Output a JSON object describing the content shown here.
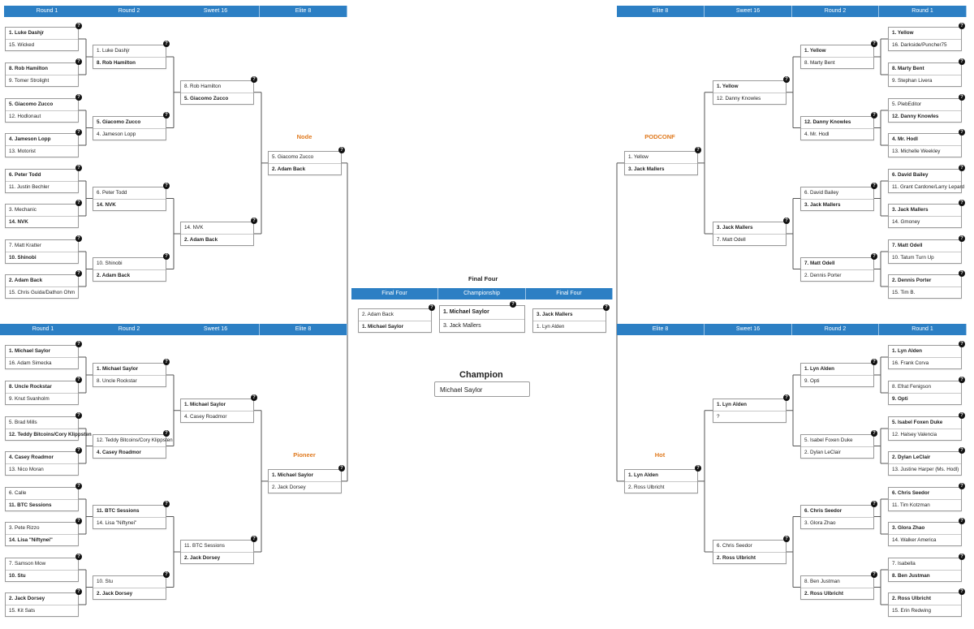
{
  "headers": {
    "round1": "Round 1",
    "round2": "Round 2",
    "sweet16": "Sweet 16",
    "elite8": "Elite 8",
    "final_four": "Final Four",
    "championship": "Championship"
  },
  "regions": {
    "node": "Node",
    "podconf": "PODCONF",
    "pioneer": "Pioneer",
    "hot": "Hot"
  },
  "final_four_title": "Final Four",
  "champion_title": "Champion",
  "champion": "Michael Saylor",
  "unknown_marker": "?",
  "node": {
    "r1": [
      [
        "1. Luke Dashjr",
        "15. Wicked",
        1
      ],
      [
        "8. Rob Hamilton",
        "9. Tomer Strolight",
        1
      ],
      [
        "5. Giacomo Zucco",
        "12. Hodlonaut",
        1
      ],
      [
        "4. Jameson Lopp",
        "13. Motorist",
        1
      ],
      [
        "6. Peter Todd",
        "11. Justin Bechler",
        1
      ],
      [
        "3. Mechanic",
        "14. NVK",
        2
      ],
      [
        "7. Matt Kratter",
        "10. Shinobi",
        2
      ],
      [
        "2. Adam Back",
        "15. Chris Guida/Dathon Ohm",
        1
      ]
    ],
    "r2": [
      [
        "1. Luke Dashjr",
        "8. Rob Hamilton",
        2
      ],
      [
        "5. Giacomo Zucco",
        "4. Jameson Lopp",
        1
      ],
      [
        "6. Peter Todd",
        "14. NVK",
        2
      ],
      [
        "10. Shinobi",
        "2. Adam Back",
        2
      ]
    ],
    "s16": [
      [
        "8. Rob Hamilton",
        "5. Giacomo Zucco",
        2
      ],
      [
        "14. NVK",
        "2. Adam Back",
        2
      ]
    ],
    "e8": [
      [
        "5. Giacomo Zucco",
        "2. Adam Back",
        2
      ]
    ]
  },
  "podconf": {
    "r1": [
      [
        "1. Yellow",
        "16. Darkside/Puncher75",
        1
      ],
      [
        "8. Marty Bent",
        "9. Stephan Livera",
        1
      ],
      [
        "5. PlebEditor",
        "12. Danny Knowles",
        2
      ],
      [
        "4. Mr. Hodl",
        "13. Michelle Weekley",
        1
      ],
      [
        "6. David Bailey",
        "11. Grant Cardone/Larry Lepard",
        1
      ],
      [
        "3. Jack Mallers",
        "14. Gmoney",
        1
      ],
      [
        "7. Matt Odell",
        "10. Tatum Turn Up",
        1
      ],
      [
        "2. Dennis Porter",
        "15. Tim B.",
        1
      ]
    ],
    "r2": [
      [
        "1. Yellow",
        "8. Marty Bent",
        1
      ],
      [
        "12. Danny Knowles",
        "4. Mr. Hodl",
        1
      ],
      [
        "6. David Bailey",
        "3. Jack Mallers",
        2
      ],
      [
        "7. Matt Odell",
        "2. Dennis Porter",
        1
      ]
    ],
    "s16": [
      [
        "1. Yellow",
        "12. Danny Knowles",
        1
      ],
      [
        "3. Jack Mallers",
        "7. Matt Odell",
        1
      ]
    ],
    "e8": [
      [
        "1. Yellow",
        "3. Jack Mallers",
        2
      ]
    ]
  },
  "pioneer": {
    "r1": [
      [
        "1. Michael Saylor",
        "16. Adam Simecka",
        1
      ],
      [
        "8. Uncle Rockstar",
        "9. Knut Svanholm",
        1
      ],
      [
        "5. Brad Mills",
        "12. Teddy Bitcoins/Cory Klippsten",
        2
      ],
      [
        "4. Casey Roadmor",
        "13. Nico Moran",
        1
      ],
      [
        "6. Calle",
        "11. BTC Sessions",
        2
      ],
      [
        "3. Pete Rizzo",
        "14. Lisa \"Niftynei\"",
        2
      ],
      [
        "7. Samson Mow",
        "10. Stu",
        2
      ],
      [
        "2. Jack Dorsey",
        "15. Kit Sats",
        1
      ]
    ],
    "r2": [
      [
        "1. Michael Saylor",
        "8. Uncle Rockstar",
        1
      ],
      [
        "12. Teddy Bitcoins/Cory Klippsten",
        "4. Casey Roadmor",
        2
      ],
      [
        "11. BTC Sessions",
        "14. Lisa \"Niftynei\"",
        1
      ],
      [
        "10. Stu",
        "2. Jack Dorsey",
        2
      ]
    ],
    "s16": [
      [
        "1. Michael Saylor",
        "4. Casey Roadmor",
        1
      ],
      [
        "11. BTC Sessions",
        "2. Jack Dorsey",
        2
      ]
    ],
    "e8": [
      [
        "1. Michael Saylor",
        "2. Jack Dorsey",
        1
      ]
    ]
  },
  "hot": {
    "r1": [
      [
        "1. Lyn Alden",
        "16. Frank Corva",
        1
      ],
      [
        "8. Efrat Fenigson",
        "9. Opti",
        2
      ],
      [
        "5. Isabel Foxen Duke",
        "12. Halsey Valencia",
        1
      ],
      [
        "2. Dylan LeClair",
        "13. Justine Harper (Ms. Hodl)",
        1
      ],
      [
        "6. Chris Seedor",
        "11. Tim Kotzman",
        1
      ],
      [
        "3. Glora Zhao",
        "14. Walker America",
        1
      ],
      [
        "7. Isabella",
        "8. Ben Justman",
        2
      ],
      [
        "2. Ross Ulbricht",
        "15. Erin Redwing",
        1
      ]
    ],
    "r2": [
      [
        "1. Lyn Alden",
        "9. Opti",
        1
      ],
      [
        "5. Isabel Foxen Duke",
        "2. Dylan LeClair",
        0
      ],
      [
        "6. Chris Seedor",
        "3. Glora Zhao",
        1
      ],
      [
        "8. Ben Justman",
        "2. Ross Ulbricht",
        2
      ]
    ],
    "s16": [
      [
        "1. Lyn Alden",
        "?",
        1
      ],
      [
        "6. Chris Seedor",
        "2. Ross Ulbricht",
        2
      ]
    ],
    "e8": [
      [
        "1. Lyn Alden",
        "2. Ross Ulbricht",
        1
      ]
    ]
  },
  "finals": {
    "left": [
      "2. Adam Back",
      "1. Michael Saylor",
      2
    ],
    "championship": [
      "1. Michael Saylor",
      "3. Jack Mallers",
      1
    ],
    "right": [
      "3. Jack Mallers",
      "1. Lyn Alden",
      1
    ]
  }
}
